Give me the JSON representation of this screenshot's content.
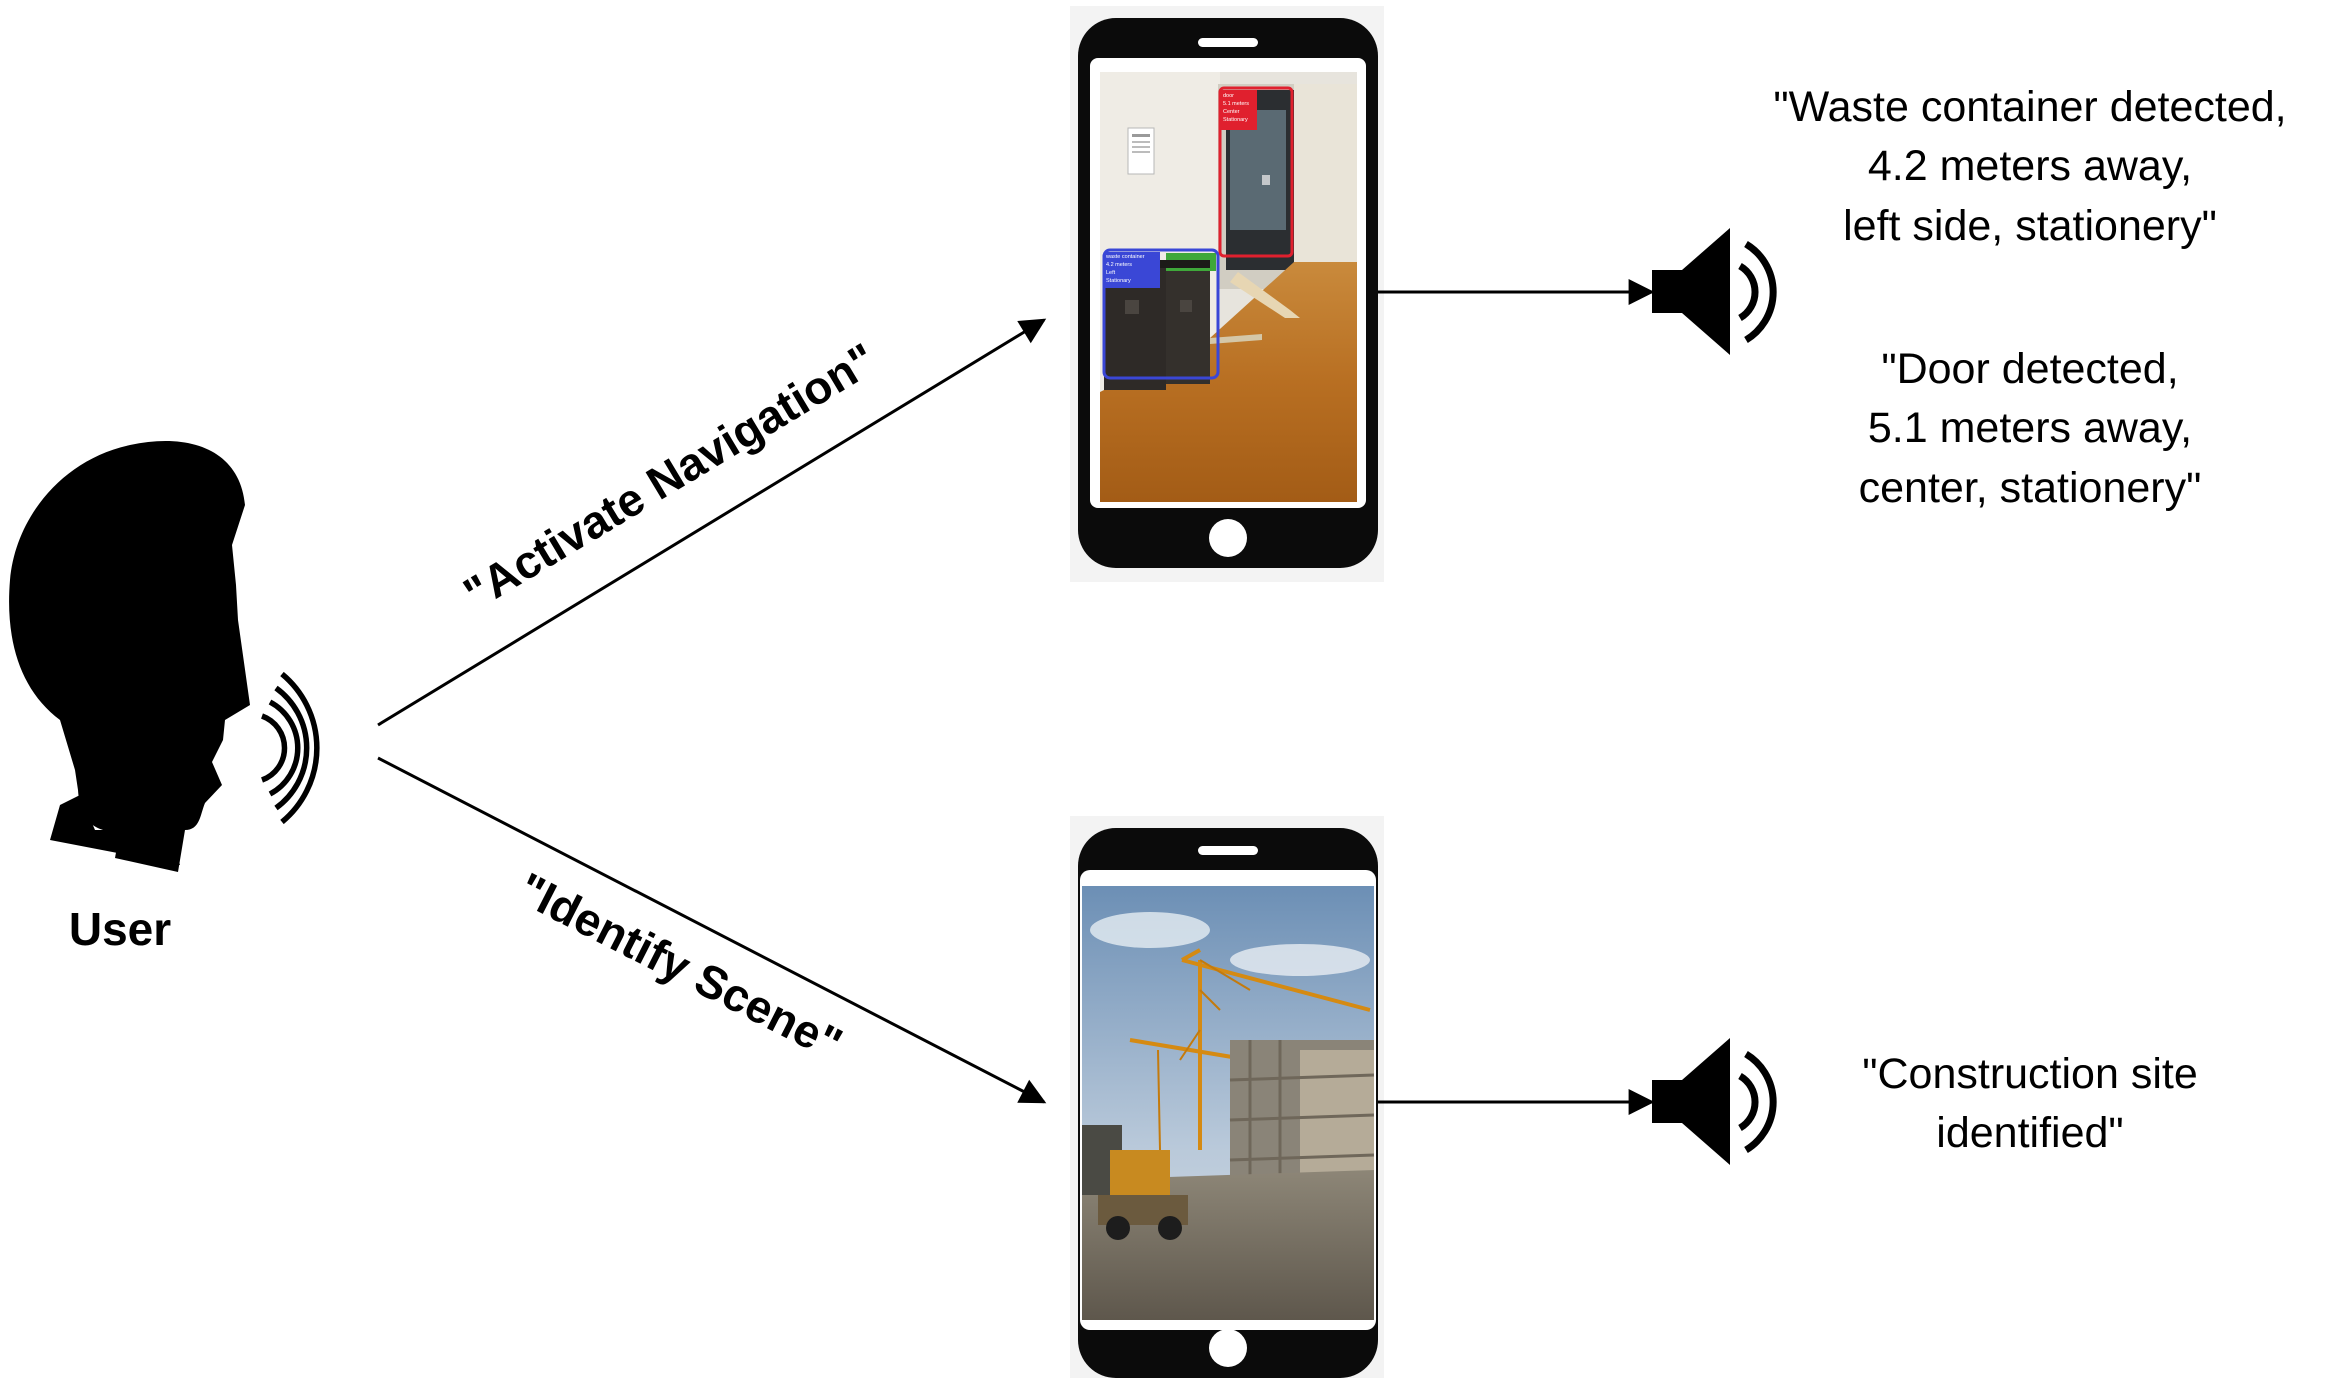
{
  "user": {
    "label": "User"
  },
  "commands": {
    "navigation": "\"Activate Navigation\"",
    "scene": "\"Identify Scene\""
  },
  "phone_top": {
    "detections": [
      {
        "color": "#e0202e",
        "lines": [
          "door",
          "5.1 meters",
          "Center",
          "Stationary"
        ]
      },
      {
        "color": "#3a47d6",
        "lines": [
          "waste container",
          "4.2 meters",
          "Left",
          "Stationary"
        ]
      }
    ]
  },
  "responses": {
    "waste": [
      "\"Waste container detected,",
      "4.2 meters away,",
      "left side, stationery\""
    ],
    "door": [
      "\"Door detected,",
      "5.1 meters away,",
      "center, stationery\""
    ],
    "construction": [
      "\"Construction site",
      "identified\""
    ]
  },
  "colors": {
    "stroke": "#000000",
    "door_box": "#e0202e",
    "waste_box": "#3a47d6",
    "bin_green": "#3fa83a"
  },
  "icons": [
    "head-speaking-icon",
    "smartphone-icon",
    "speaker-icon"
  ]
}
